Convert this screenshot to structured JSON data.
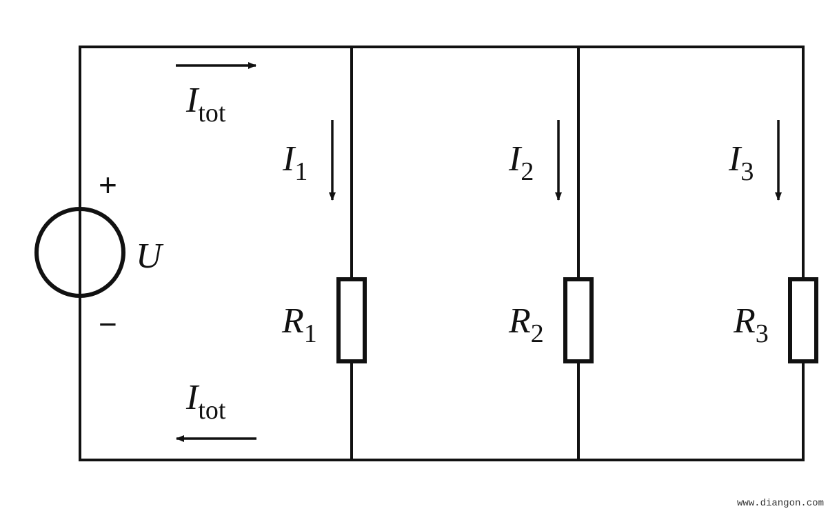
{
  "source": {
    "label": "U",
    "plus": "+",
    "minus": "−"
  },
  "currents": {
    "total_top": {
      "main": "I",
      "sub": "tot"
    },
    "total_bottom": {
      "main": "I",
      "sub": "tot"
    },
    "branch1": {
      "main": "I",
      "sub": "1"
    },
    "branch2": {
      "main": "I",
      "sub": "2"
    },
    "branch3": {
      "main": "I",
      "sub": "3"
    }
  },
  "resistors": {
    "r1": {
      "main": "R",
      "sub": "1"
    },
    "r2": {
      "main": "R",
      "sub": "2"
    },
    "r3": {
      "main": "R",
      "sub": "3"
    }
  },
  "watermark": "www.diangon.com"
}
